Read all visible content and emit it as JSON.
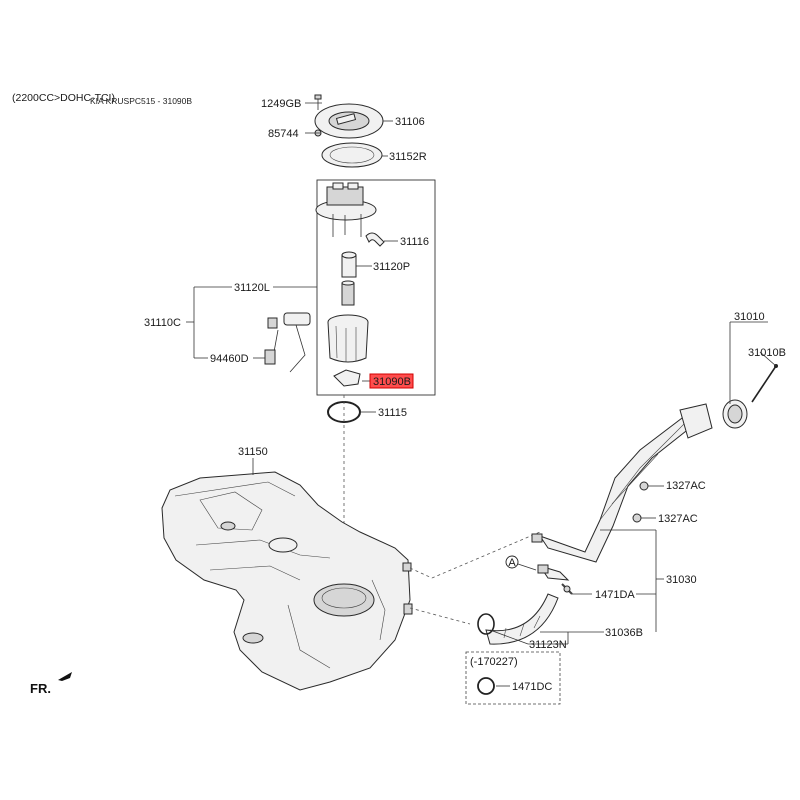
{
  "header": {
    "engine": "(2200CC>DOHC-TCI)",
    "ref": "KIA KRUSPC515 - 31090B"
  },
  "orientation_label": "FR.",
  "callouts": {
    "c_1249GB": "1249GB",
    "c_31106": "31106",
    "c_85744": "85744",
    "c_31152R": "31152R",
    "c_31116": "31116",
    "c_31120P": "31120P",
    "c_31120L": "31120L",
    "c_31110C": "31110C",
    "c_94460D": "94460D",
    "c_31090B": "31090B",
    "c_31115": "31115",
    "c_31150": "31150",
    "c_31010": "31010",
    "c_31010B": "31010B",
    "c_1327AC_a": "1327AC",
    "c_1327AC_b": "1327AC",
    "c_31030": "31030",
    "c_1471DA": "1471DA",
    "c_31036B": "31036B",
    "c_31123N": "31123N",
    "c_170227": "(-170227)",
    "c_1471DC": "1471DC",
    "c_A": "A"
  },
  "colors": {
    "highlight_fill": "#ff4d4d",
    "highlight_stroke": "#d00000"
  }
}
